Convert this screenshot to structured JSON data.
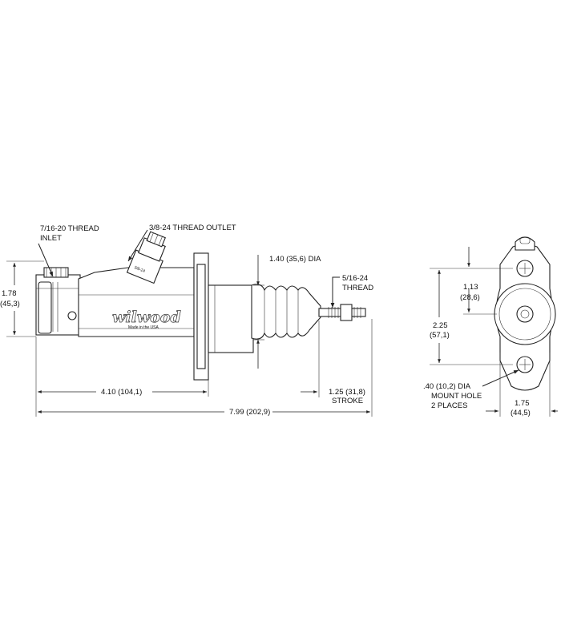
{
  "labels": {
    "inlet_thread": "7/16-20 THREAD",
    "inlet": "INLET",
    "outlet": "3/8-24 THREAD OUTLET",
    "boot_dia": "1.40 (35,6) DIA",
    "rod_thread_1": "5/16-24",
    "rod_thread_2": "THREAD",
    "height_in": "1.78",
    "height_mm": "(45,3)",
    "mount_len": "4.10 (104,1)",
    "overall_len": "7.99 (202,9)",
    "stroke_val": "1.25 (31,8)",
    "stroke": "STROKE",
    "hole_spacing_in": "2.25",
    "hole_spacing_mm": "(57,1)",
    "offset_in": "1.13",
    "offset_mm": "(28,6)",
    "hole_dia_1": ".40 (10,2) DIA",
    "hole_dia_2": "MOUNT HOLE",
    "hole_dia_3": "2 PLACES",
    "flange_w_in": "1.75",
    "flange_w_mm": "(44,5)"
  },
  "body_marks": {
    "brand": "wilwood",
    "made_in": "Made in the USA",
    "outlet_mark": "3/8-24"
  }
}
